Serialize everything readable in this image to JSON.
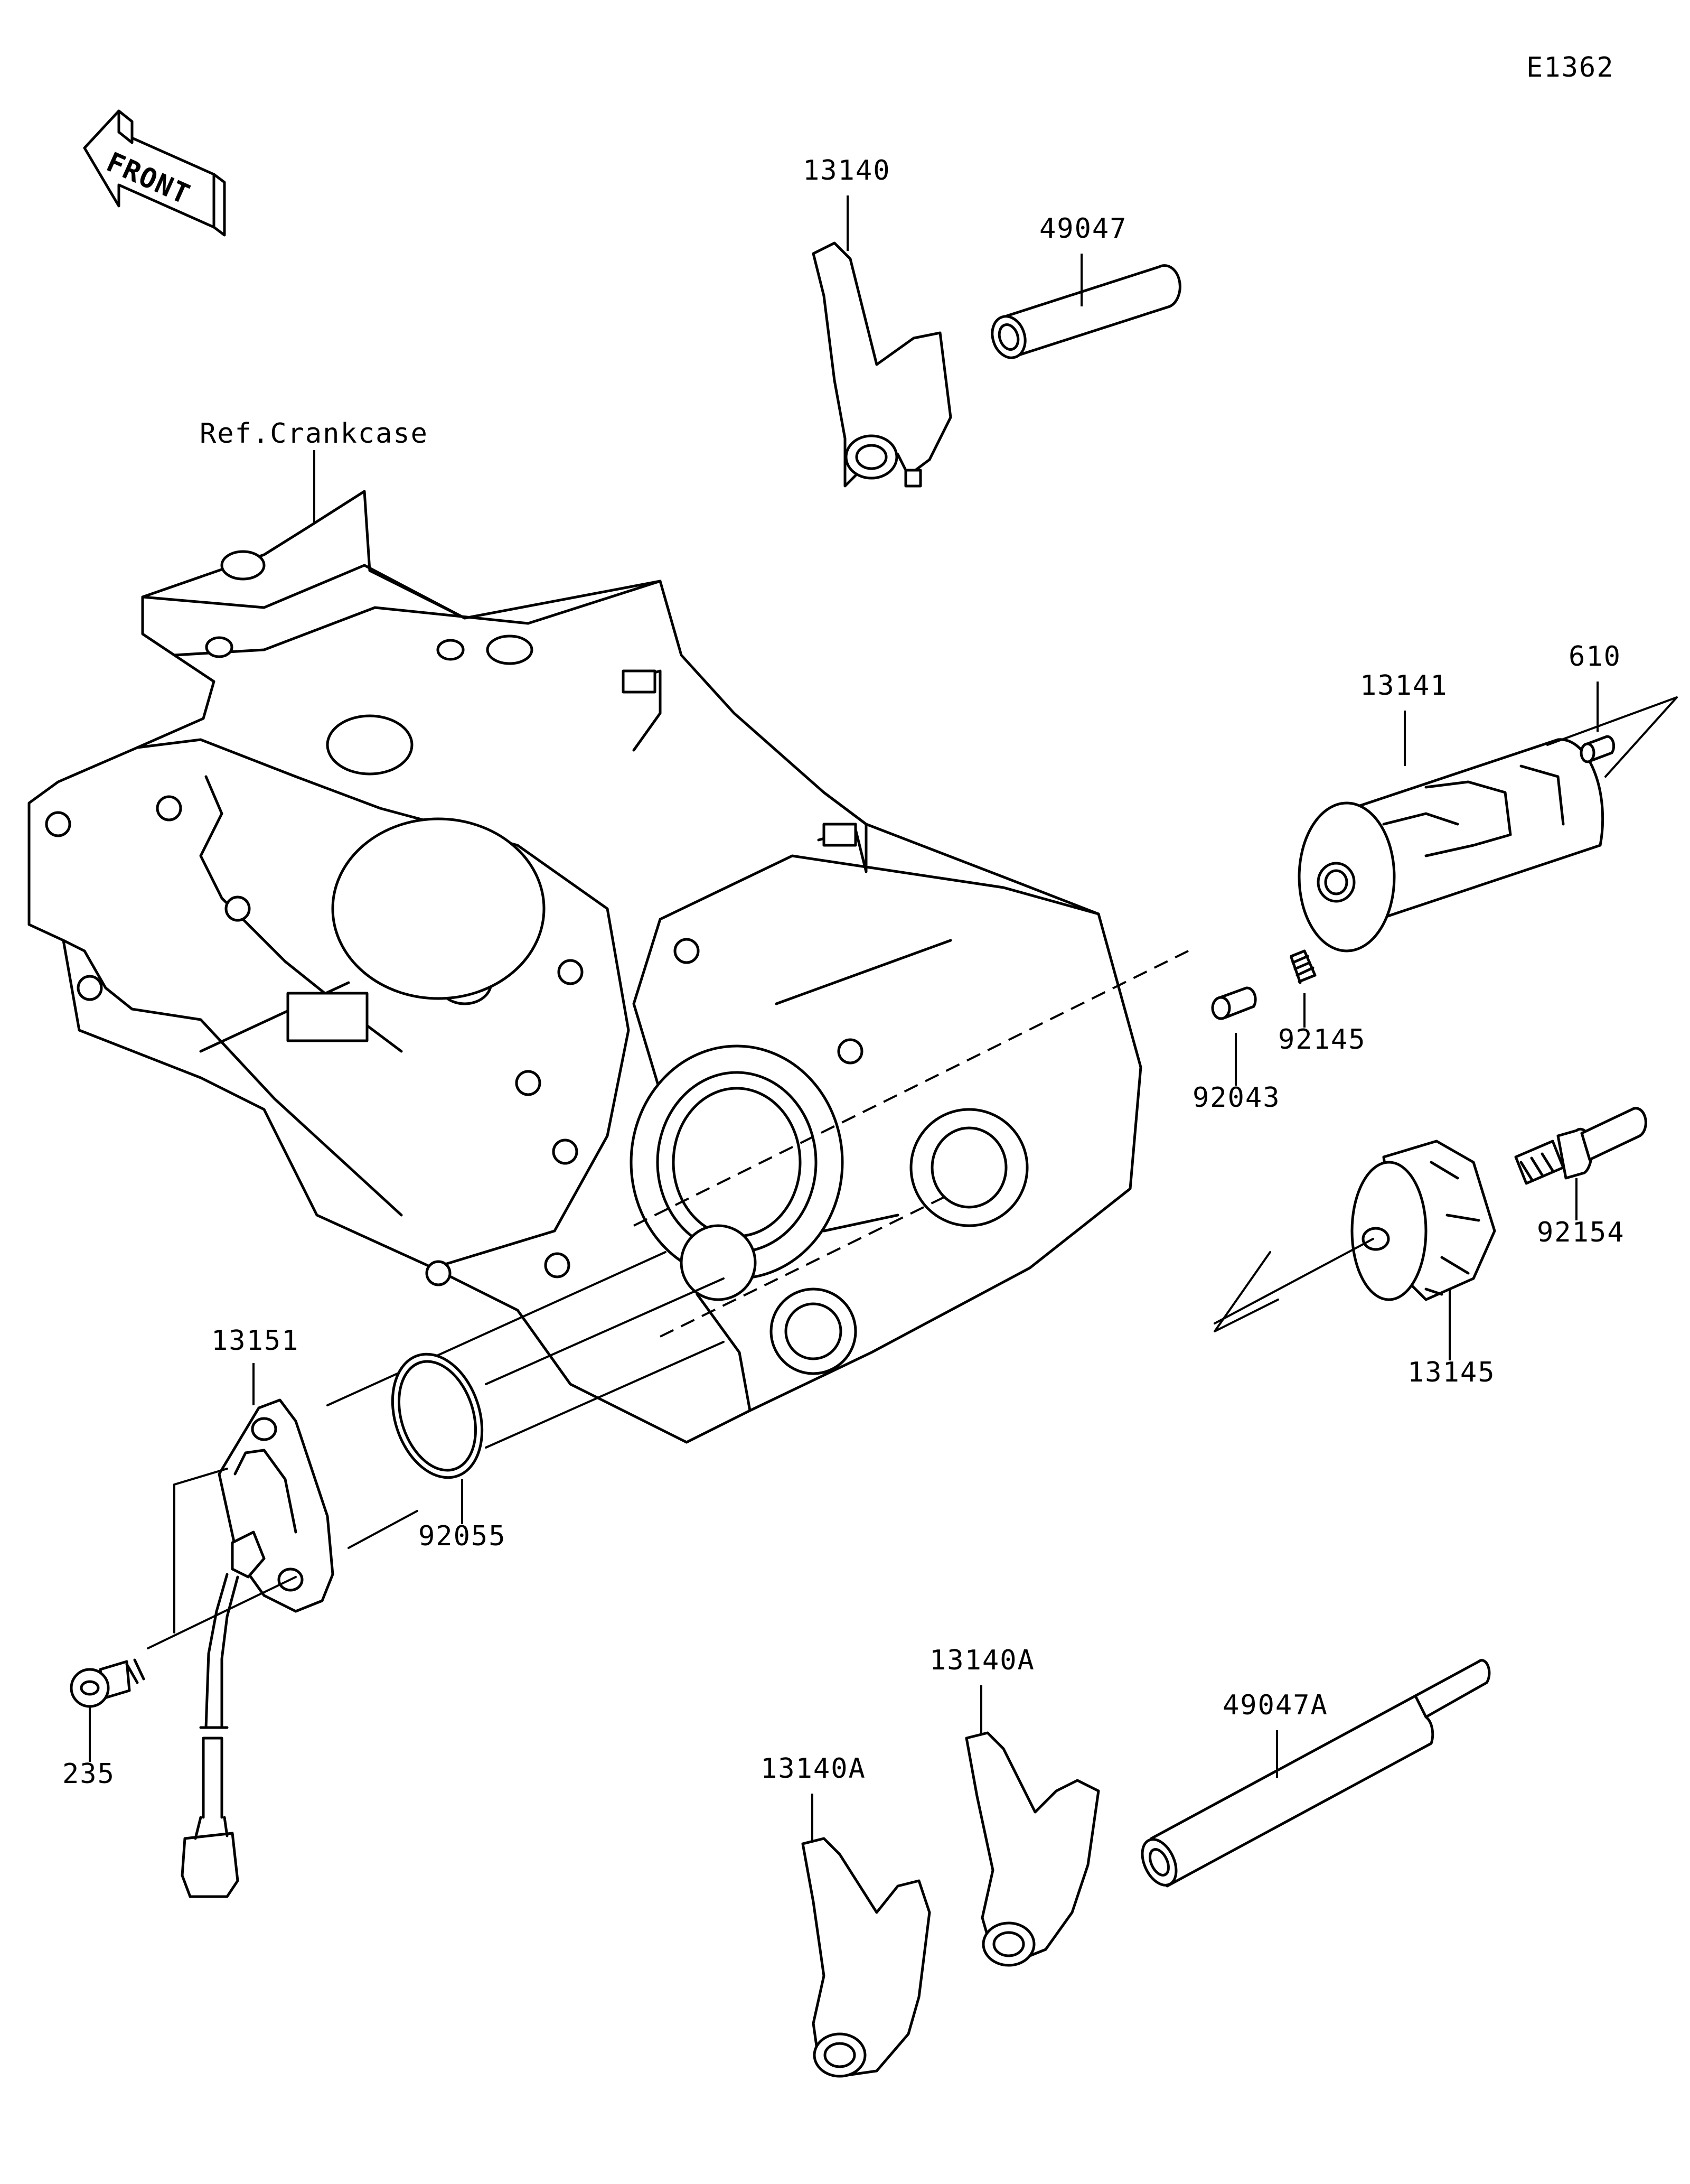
{
  "diagram_code": "E1362",
  "front_label": "FRONT",
  "ref_label": "Ref.Crankcase",
  "parts": {
    "p13140": "13140",
    "p49047": "49047",
    "p13141": "13141",
    "p610": "610",
    "p92145": "92145",
    "p92043": "92043",
    "p92154": "92154",
    "p13145": "13145",
    "p13151": "13151",
    "p92055": "92055",
    "p235": "235",
    "p13140A_right": "13140A",
    "p13140A_left": "13140A",
    "p49047A": "49047A"
  }
}
